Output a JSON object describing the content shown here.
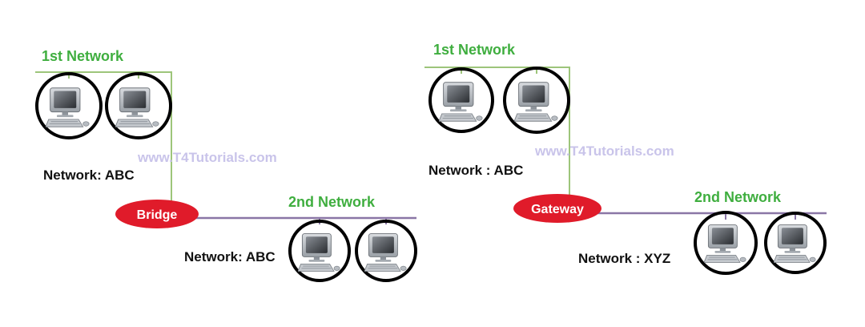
{
  "colors": {
    "green_text": "#3fae3f",
    "green_line": "#9dc57a",
    "purple_line": "#8a76a6",
    "device_red": "#e01b2a",
    "circle": "#000000",
    "watermark": "#c9c4ea"
  },
  "bridge_panel": {
    "network1_label": "1st Network",
    "network1_address": "Network: ABC",
    "network2_label": "2nd Network",
    "network2_address": "Network: ABC",
    "device_label": "Bridge",
    "watermark": "www.T4Tutorials.com",
    "icon": "computer-icon"
  },
  "gateway_panel": {
    "network1_label": "1st Network",
    "network1_address": "Network : ABC",
    "network2_label": "2nd Network",
    "network2_address": "Network : XYZ",
    "device_label": "Gateway",
    "watermark": "www.T4Tutorials.com",
    "icon": "computer-icon"
  }
}
